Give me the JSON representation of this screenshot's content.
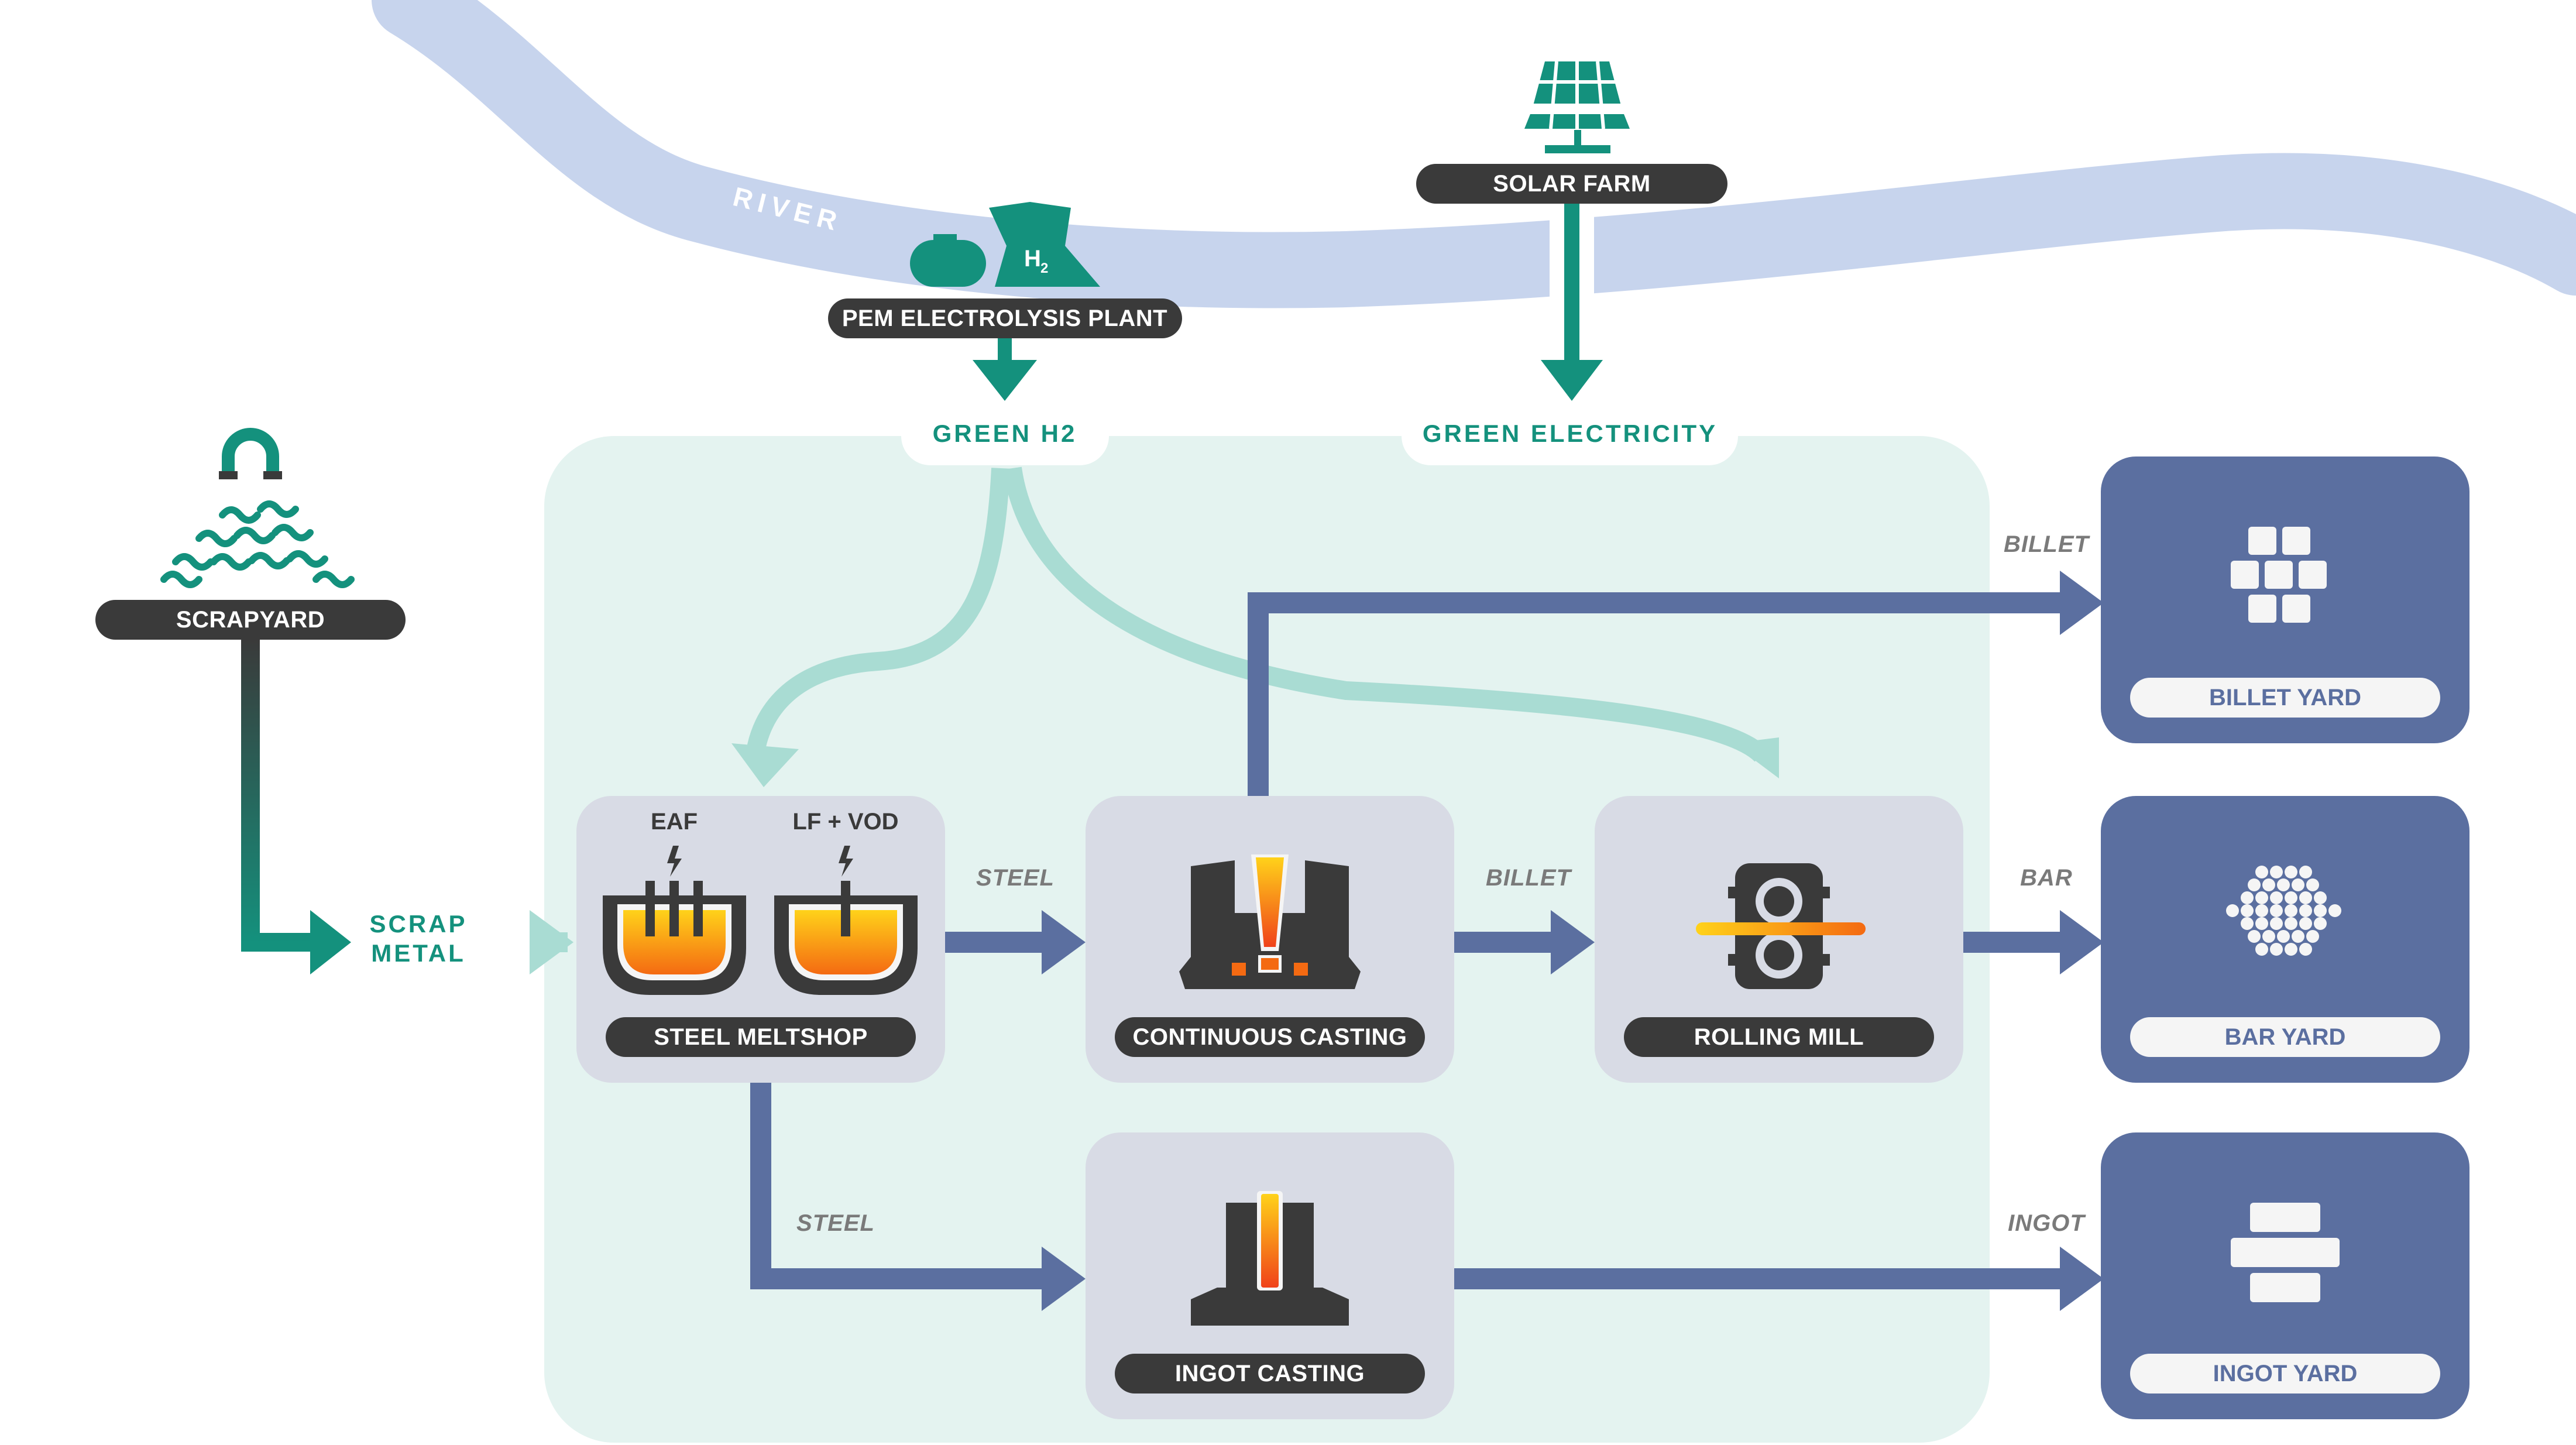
{
  "labels": {
    "river": "RIVER",
    "solar_farm": "SOLAR FARM",
    "pem_plant": "PEM ELECTROLYSIS PLANT",
    "green_h2": "GREEN H2",
    "green_electricity": "GREEN ELECTRICITY",
    "scrapyard": "SCRAPYARD",
    "scrap_line1": "SCRAP",
    "scrap_line2": "METAL",
    "eaf": "EAF",
    "lf_vod": "LF + VOD",
    "steel_meltshop": "STEEL MELTSHOP",
    "continuous_casting": "CONTINUOUS CASTING",
    "rolling_mill": "ROLLING MILL",
    "ingot_casting": "INGOT CASTING",
    "billet_yard": "BILLET YARD",
    "bar_yard": "BAR YARD",
    "ingot_yard": "INGOT YARD",
    "h2_icon_text": "H",
    "h2_icon_sub": "2"
  },
  "flows": {
    "steel_top": "STEEL",
    "billet_mid": "BILLET",
    "bar": "BAR",
    "billet_top": "BILLET",
    "steel_bottom": "STEEL",
    "ingot": "INGOT"
  },
  "colors": {
    "teal": "#14917d",
    "dark_pill": "#3a3a3a",
    "blue_arrow": "#5b6fa0",
    "light_teal_arrow": "#a9dcd3",
    "zone_bg": "#e4f3f0",
    "process_box": "#d8dbe5",
    "yard_box": "#5b6fa0",
    "river": "#c4d2ec",
    "molten_orange": "#f46a12",
    "molten_yellow": "#ffd21a"
  }
}
